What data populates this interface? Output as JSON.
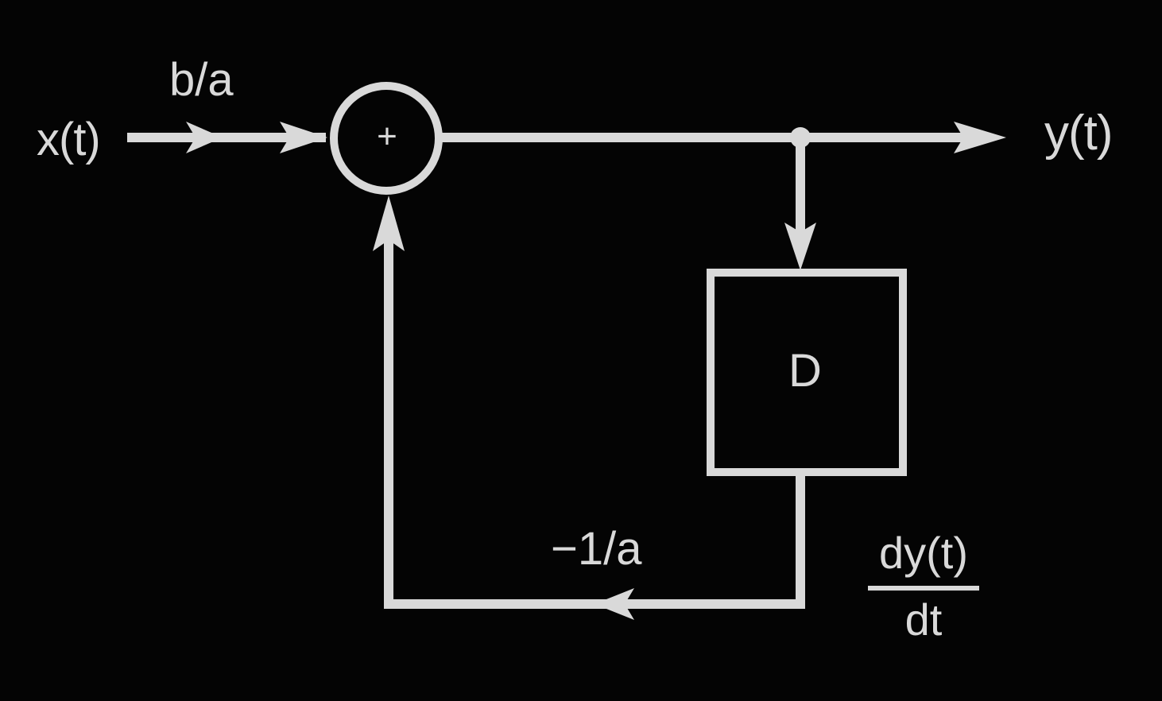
{
  "diagram": {
    "input_label": "x(t)",
    "input_gain_label": "b/a",
    "summer_symbol": "+",
    "output_label": "y(t)",
    "block_label": "D",
    "feedback_gain_label": "−1/a",
    "derivative_label": {
      "numerator": "dy(t)",
      "denominator": "dt"
    }
  },
  "colors": {
    "background": "#040404",
    "stroke": "#d9d9d9"
  }
}
